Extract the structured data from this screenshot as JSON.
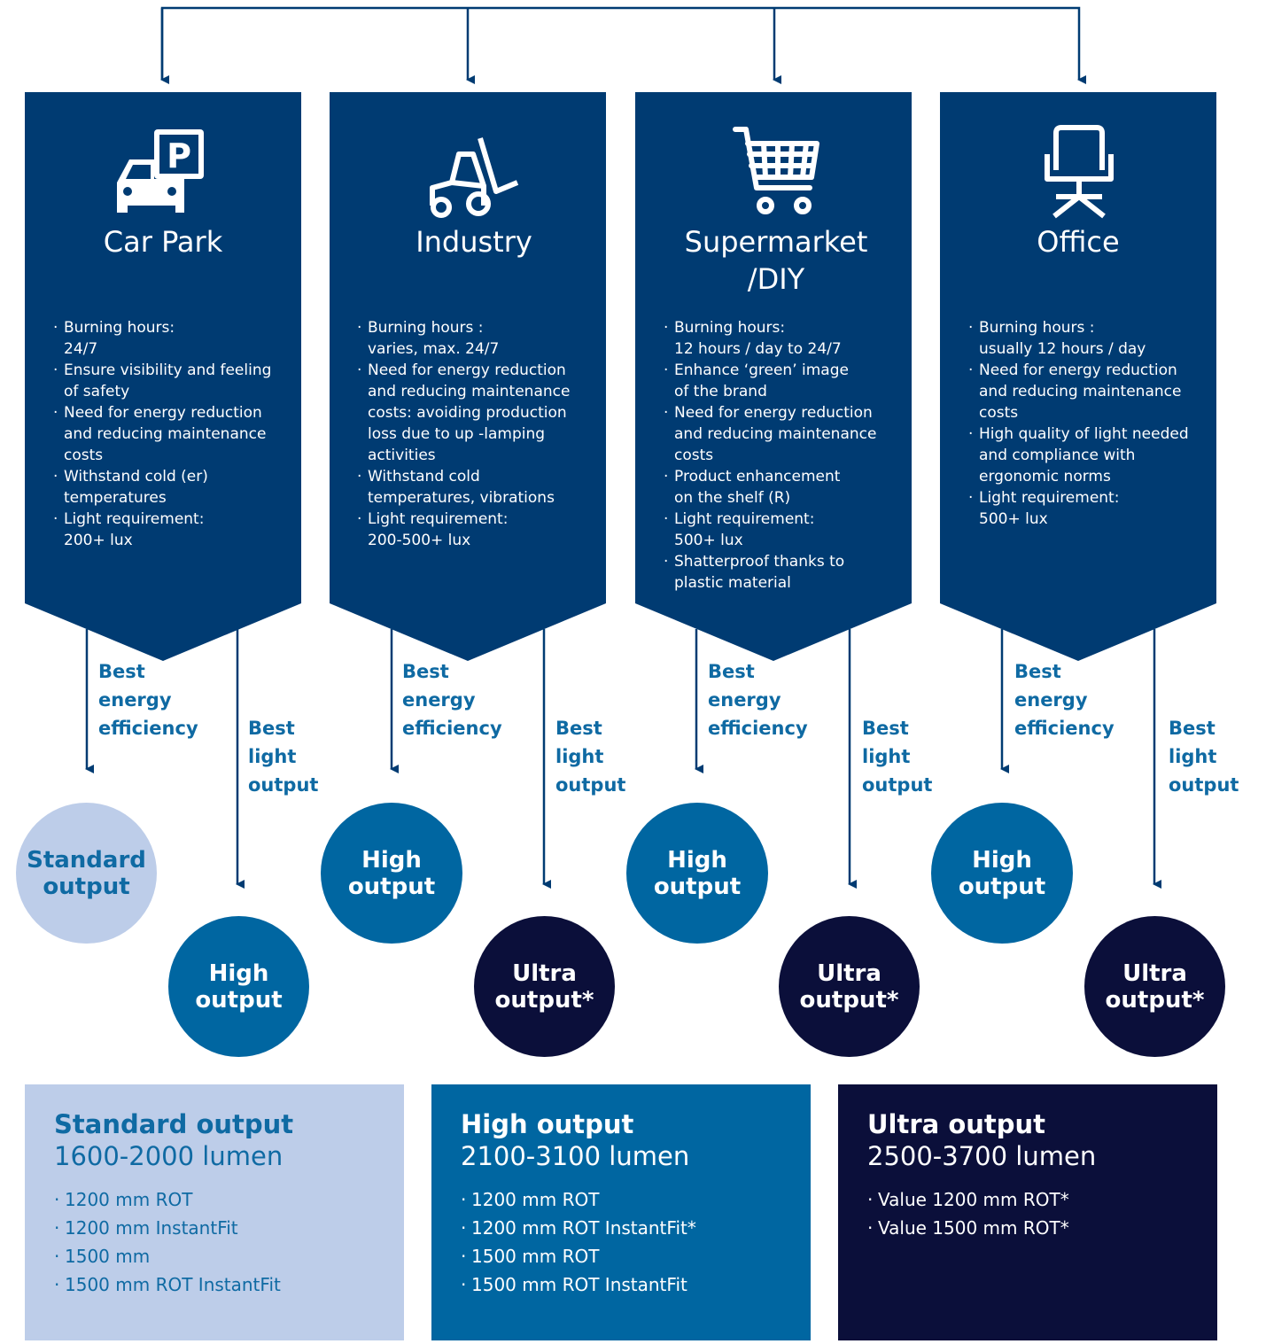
{
  "colors": {
    "navy_panel": "#003b72",
    "blue_label": "#0f6aa3",
    "standard": "#bdcde9",
    "high": "#0066a1",
    "ultra": "#0b0f3a",
    "standard_text": "#0f6aa3"
  },
  "columns": [
    {
      "title": "Car Park",
      "icon": "car-park-icon",
      "bullets": [
        "Burning hours:\n24/7",
        "Ensure visibility and feeling\nof safety",
        "Need for energy reduction\nand reducing maintenance\ncosts",
        "Withstand cold (er)\ntemperatures",
        "Light requirement:\n200+ lux"
      ],
      "label_efficiency": "Best\nenergy\nefficiency",
      "label_light": "Best\nlight\noutput",
      "circle_efficiency": "Standard\noutput",
      "circle_light": "High\noutput"
    },
    {
      "title": "Industry",
      "icon": "forklift-icon",
      "bullets": [
        "Burning hours :\nvaries, max. 24/7",
        "Need for energy reduction\nand reducing maintenance\ncosts: avoiding production\nloss due to up -lamping\nactivities",
        "Withstand cold\ntemperatures, vibrations",
        "Light requirement:\n200-500+ lux"
      ],
      "label_efficiency": "Best\nenergy\nefficiency",
      "label_light": "Best\nlight\noutput",
      "circle_efficiency": "High\noutput",
      "circle_light": "Ultra\noutput*"
    },
    {
      "title": "Supermarket\n/DIY",
      "icon": "shopping-cart-icon",
      "bullets": [
        "Burning hours:\n12 hours / day to 24/7",
        "Enhance ‘green’ image\nof the brand",
        "Need for energy reduction\nand reducing maintenance\ncosts",
        "Product enhancement\non the shelf (R)",
        "Light requirement:\n500+ lux",
        "Shatterproof thanks to\nplastic material"
      ],
      "label_efficiency": "Best\nenergy\nefficiency",
      "label_light": "Best\nlight\noutput",
      "circle_efficiency": "High\noutput",
      "circle_light": "Ultra\noutput*"
    },
    {
      "title": "Office",
      "icon": "office-chair-icon",
      "bullets": [
        "Burning hours :\nusually 12 hours / day",
        "Need for energy reduction\nand reducing maintenance\ncosts",
        "High quality of light needed\nand compliance with\nergonomic norms",
        "Light requirement:\n500+ lux"
      ],
      "label_efficiency": "Best\nenergy\nefficiency",
      "label_light": "Best\nlight\noutput",
      "circle_efficiency": "High\noutput",
      "circle_light": "Ultra\noutput*"
    }
  ],
  "boxes": [
    {
      "title": "Standard output",
      "lumen": "1600-2000 lumen",
      "items": [
        "1200 mm ROT",
        "1200 mm InstantFit",
        "1500 mm",
        "1500 mm ROT InstantFit"
      ]
    },
    {
      "title": "High output",
      "lumen": "2100-3100 lumen",
      "items": [
        "1200 mm ROT",
        "1200 mm ROT InstantFit*",
        "1500 mm ROT",
        "1500 mm ROT InstantFit"
      ]
    },
    {
      "title": "Ultra output",
      "lumen": "2500-3700 lumen",
      "items": [
        "Value 1200 mm ROT*",
        "Value 1500 mm ROT*"
      ]
    }
  ]
}
